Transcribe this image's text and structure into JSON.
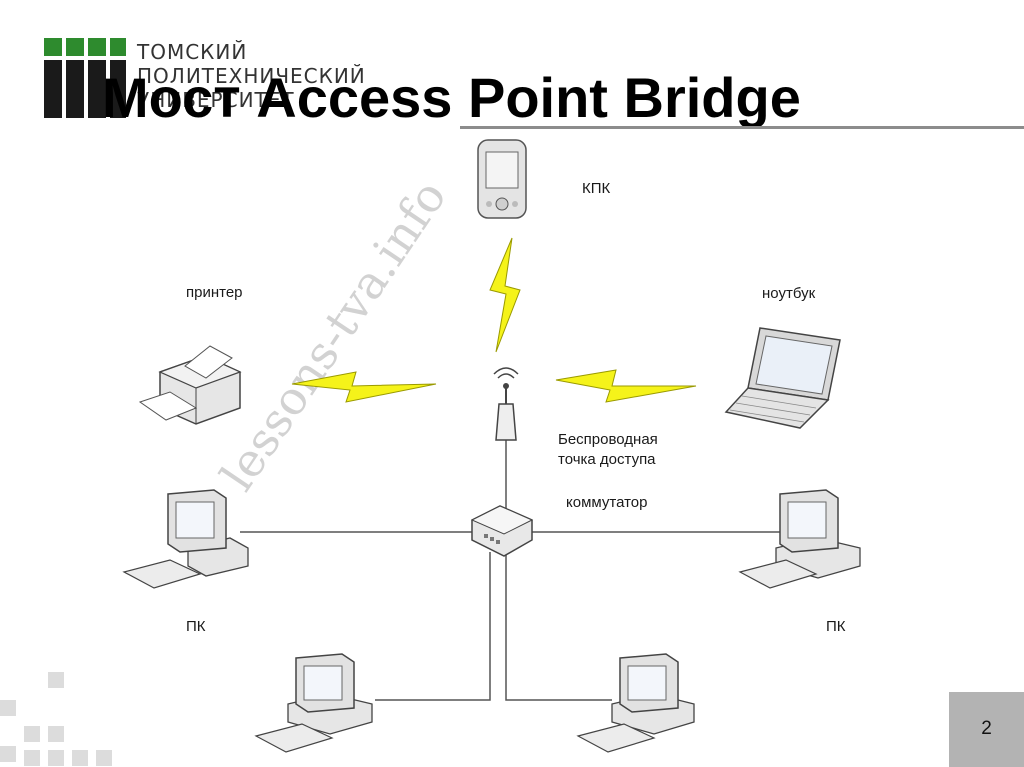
{
  "logo": {
    "lines": [
      "ТОМСКИЙ",
      "ПОЛИТЕХНИЧЕСКИЙ",
      "УНИВЕРСИТЕТ"
    ],
    "brand_color": "#2e8b2e"
  },
  "title": "Мост Access  Point  Bridge",
  "labels": {
    "pda": "КПК",
    "printer": "принтер",
    "laptop": "ноутбук",
    "access_point": [
      "Беспроводная",
      "точка доступа"
    ],
    "switch": "коммутатор",
    "pc_left": "ПК",
    "pc_right": "ПК"
  },
  "watermark": "lessons-tva.info",
  "page_number": "2",
  "colors": {
    "lightning": "#f5f31a",
    "lightning_stroke": "#9a9a00",
    "page_box": "#b3b3b3",
    "rule": "#8c8c8c"
  }
}
